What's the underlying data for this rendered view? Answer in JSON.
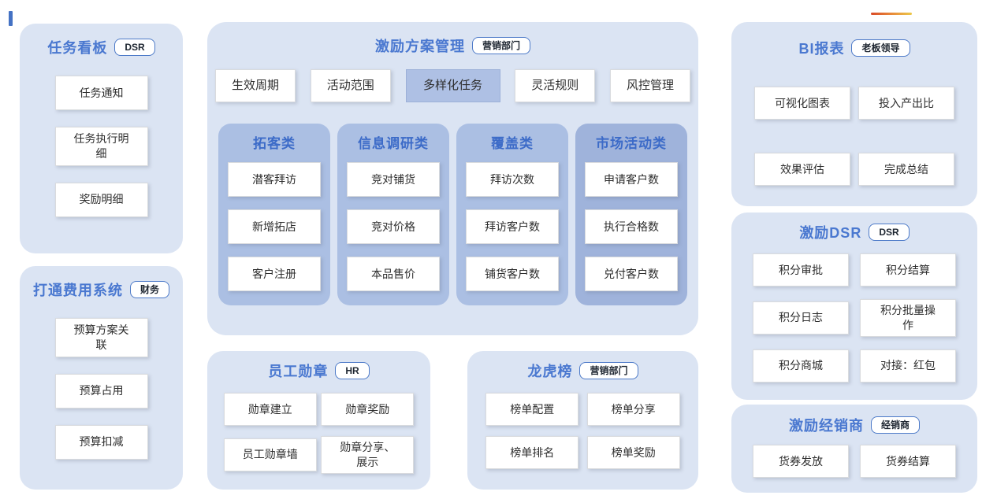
{
  "decor": {
    "accent_bar_color": "#4472c4",
    "orange_line_colors": [
      "#d94a28",
      "#ecc84a"
    ],
    "panel_bg": "#dbe4f3",
    "column_bg": "#abbfe3",
    "column_market_bg": "#9fb3db",
    "title_color": "#4a78d0",
    "active_tab_bg": "#aec0e4"
  },
  "panels": {
    "task_board": {
      "title": "任务看板",
      "badge": "DSR",
      "items": [
        "任务通知",
        "任务执行明细",
        "奖励明细"
      ]
    },
    "expense_system": {
      "title": "打通费用系统",
      "badge": "财务",
      "items": [
        "预算方案关联",
        "预算占用",
        "预算扣减"
      ]
    },
    "incentive_mgmt": {
      "title": "激励方案管理",
      "badge": "营销部门",
      "tabs": [
        {
          "label": "生效周期",
          "active": false
        },
        {
          "label": "活动范围",
          "active": false
        },
        {
          "label": "多样化任务",
          "active": true
        },
        {
          "label": "灵活规则",
          "active": false
        },
        {
          "label": "风控管理",
          "active": false
        }
      ],
      "columns": [
        {
          "title": "拓客类",
          "items": [
            "潜客拜访",
            "新增拓店",
            "客户注册"
          ]
        },
        {
          "title": "信息调研类",
          "items": [
            "竞对铺货",
            "竞对价格",
            "本品售价"
          ]
        },
        {
          "title": "覆盖类",
          "items": [
            "拜访次数",
            "拜访客户数",
            "铺货客户数"
          ]
        },
        {
          "title": "市场活动类",
          "items": [
            "申请客户数",
            "执行合格数",
            "兑付客户数"
          ]
        }
      ]
    },
    "employee_badge": {
      "title": "员工勋章",
      "badge": "HR",
      "items": [
        "勋章建立",
        "勋章奖励",
        "员工勋章墙",
        "勋章分享、展示"
      ]
    },
    "leaderboard": {
      "title": "龙虎榜",
      "badge": "营销部门",
      "items": [
        "榜单配置",
        "榜单分享",
        "榜单排名",
        "榜单奖励"
      ]
    },
    "bi_report": {
      "title": "BI报表",
      "badge": "老板领导",
      "items": [
        "可视化图表",
        "投入产出比",
        "效果评估",
        "完成总结"
      ]
    },
    "incentive_dsr": {
      "title": "激励DSR",
      "badge": "DSR",
      "items": [
        "积分审批",
        "积分结算",
        "积分日志",
        "积分批量操作",
        "积分商城",
        "对接：红包"
      ]
    },
    "incentive_dealer": {
      "title": "激励经销商",
      "badge": "经销商",
      "items": [
        "货券发放",
        "货券结算"
      ]
    }
  }
}
